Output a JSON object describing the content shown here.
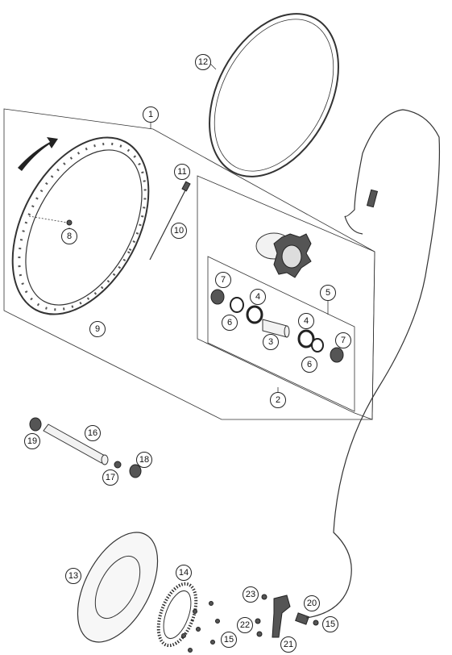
{
  "diagram": {
    "callouts": [
      {
        "id": "c1",
        "label": "1"
      },
      {
        "id": "c2",
        "label": "2"
      },
      {
        "id": "c3",
        "label": "3"
      },
      {
        "id": "c4a",
        "label": "4"
      },
      {
        "id": "c4b",
        "label": "4"
      },
      {
        "id": "c5",
        "label": "5"
      },
      {
        "id": "c6a",
        "label": "6"
      },
      {
        "id": "c6b",
        "label": "6"
      },
      {
        "id": "c7a",
        "label": "7"
      },
      {
        "id": "c7b",
        "label": "7"
      },
      {
        "id": "c8",
        "label": "8"
      },
      {
        "id": "c9",
        "label": "9"
      },
      {
        "id": "c10",
        "label": "10"
      },
      {
        "id": "c11",
        "label": "11"
      },
      {
        "id": "c12",
        "label": "12"
      },
      {
        "id": "c13",
        "label": "13"
      },
      {
        "id": "c14",
        "label": "14"
      },
      {
        "id": "c15a",
        "label": "15"
      },
      {
        "id": "c15b",
        "label": "15"
      },
      {
        "id": "c16",
        "label": "16"
      },
      {
        "id": "c17",
        "label": "17"
      },
      {
        "id": "c18",
        "label": "18"
      },
      {
        "id": "c19",
        "label": "19"
      },
      {
        "id": "c20",
        "label": "20"
      },
      {
        "id": "c21",
        "label": "21"
      },
      {
        "id": "c22",
        "label": "22"
      },
      {
        "id": "c23",
        "label": "23"
      }
    ]
  }
}
